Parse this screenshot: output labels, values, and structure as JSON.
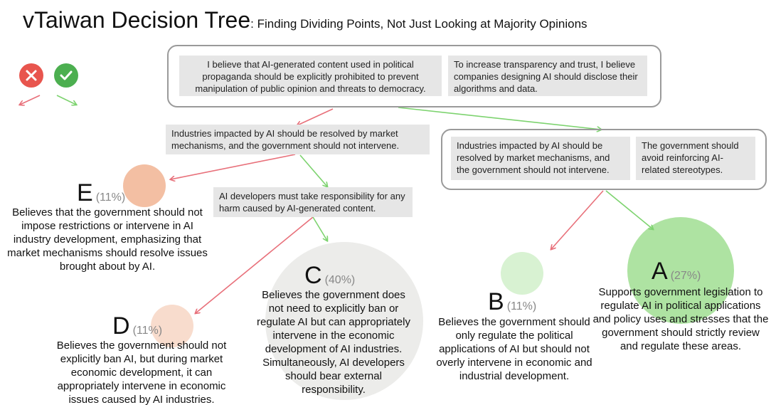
{
  "header": {
    "title": "vTaiwan Decision Tree",
    "subtitle": ": Finding Dividing Points, Not Just Looking at Majority Opinions"
  },
  "legend": {
    "disagree_icon": "x-icon",
    "agree_icon": "check-icon",
    "disagree_color": "#e8554e",
    "agree_color": "#4caf50"
  },
  "colors": {
    "red_arrow": "#e8707a",
    "green_arrow": "#7dd36f",
    "bubble_e": "#f3bfa3",
    "bubble_d": "#f8dccd",
    "bubble_c": "#ececea",
    "bubble_b": "#d8f2d2",
    "bubble_a": "#aee3a2"
  },
  "root": {
    "statement_1": "I believe that AI-generated content used in political propaganda should be explicitly prohibited to prevent manipulation of public opinion and threats to democracy.",
    "statement_2": "To increase transparency and trust, I believe companies designing AI should disclose their algorithms and data."
  },
  "left_node": {
    "statement": "Industries impacted by AI should be resolved by market mechanisms, and the government should not intervene."
  },
  "left_sub_node": {
    "statement": "AI developers must take responsibility for any harm caused by AI-generated content."
  },
  "right_node": {
    "statement_1": "Industries impacted by AI should be resolved by market mechanisms, and the government should not intervene.",
    "statement_2": "The government should avoid reinforcing AI-related stereotypes."
  },
  "clusters": {
    "E": {
      "letter": "E",
      "percent": "(11%)",
      "share": 11,
      "description": "Believes that the government should not impose restrictions or intervene in AI industry development, emphasizing that market mechanisms should resolve issues brought about by AI."
    },
    "D": {
      "letter": "D",
      "percent": "(11%)",
      "share": 11,
      "description": "Believes the government should not explicitly ban AI, but during market economic development, it can appropriately intervene in economic issues caused by AI industries."
    },
    "C": {
      "letter": "C",
      "percent": "(40%)",
      "share": 40,
      "description": "Believes the government does not need to explicitly ban or regulate AI but can appropriately intervene in the economic development of AI industries. Simultaneously, AI developers should bear external responsibility."
    },
    "B": {
      "letter": "B",
      "percent": "(11%)",
      "share": 11,
      "description": "Believes the government should only regulate the political applications of AI but should not overly intervene in economic and industrial development."
    },
    "A": {
      "letter": "A",
      "percent": "(27%)",
      "share": 27,
      "description": "Supports government legislation to regulate AI in political applications and policy uses and stresses that the government should strictly review and regulate these areas."
    }
  }
}
